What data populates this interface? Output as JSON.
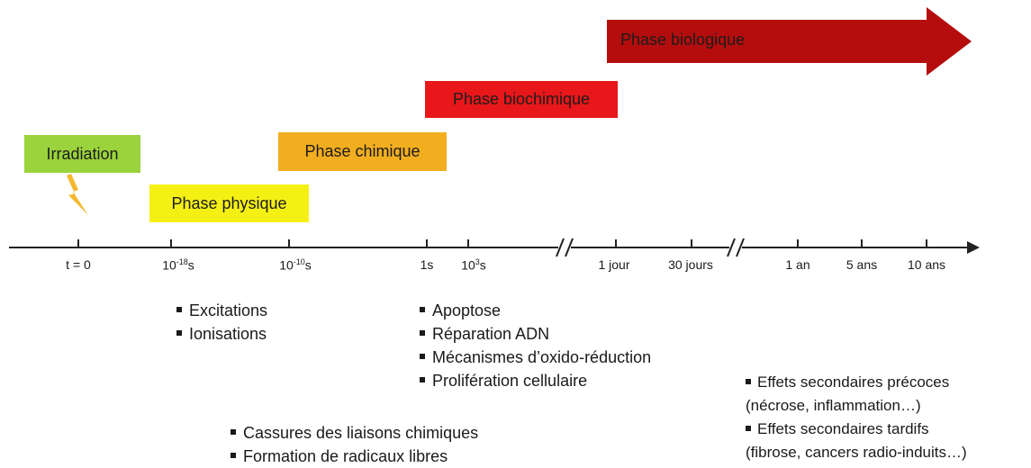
{
  "phases": {
    "irradiation": "Irradiation",
    "physique": "Phase physique",
    "chimique": "Phase chimique",
    "biochimique": "Phase biochimique",
    "biologique": "Phase biologique"
  },
  "colors": {
    "irradiation": "#9ad33b",
    "physique": "#f5f014",
    "chimique": "#f3ae20",
    "biochimique": "#e8171a",
    "biologique": "#b50d0d",
    "bolt": "#f5b82e"
  },
  "timeline": {
    "ticks": [
      {
        "base": "t = 0",
        "exp": ""
      },
      {
        "base": "10",
        "exp": "-18",
        "unit": "s"
      },
      {
        "base": "10",
        "exp": "-10",
        "unit": "s"
      },
      {
        "base": "1s",
        "exp": ""
      },
      {
        "base": "10",
        "exp": "3",
        "unit": "s"
      },
      {
        "base": "1 jour",
        "exp": ""
      },
      {
        "base": "30 jours",
        "exp": ""
      },
      {
        "base": "1 an",
        "exp": ""
      },
      {
        "base": "5 ans",
        "exp": ""
      },
      {
        "base": "10 ans",
        "exp": ""
      }
    ]
  },
  "lists": {
    "physique": [
      "Excitations",
      "Ionisations"
    ],
    "chimique": [
      "Cassures des liaisons chimiques",
      "Formation  de radicaux libres"
    ],
    "biochimique": [
      "Apoptose",
      "Réparation ADN",
      "Mécanismes d’oxido-réduction",
      "Prolifération cellulaire"
    ],
    "effects": [
      {
        "title": "Effets secondaires précoces",
        "detail": "(nécrose, inflammation…)"
      },
      {
        "title": "Effets secondaires tardifs",
        "detail": "(fibrose, cancers radio-induits…)"
      }
    ]
  },
  "icons": {
    "irradiation": "lightning-bolt-icon"
  }
}
